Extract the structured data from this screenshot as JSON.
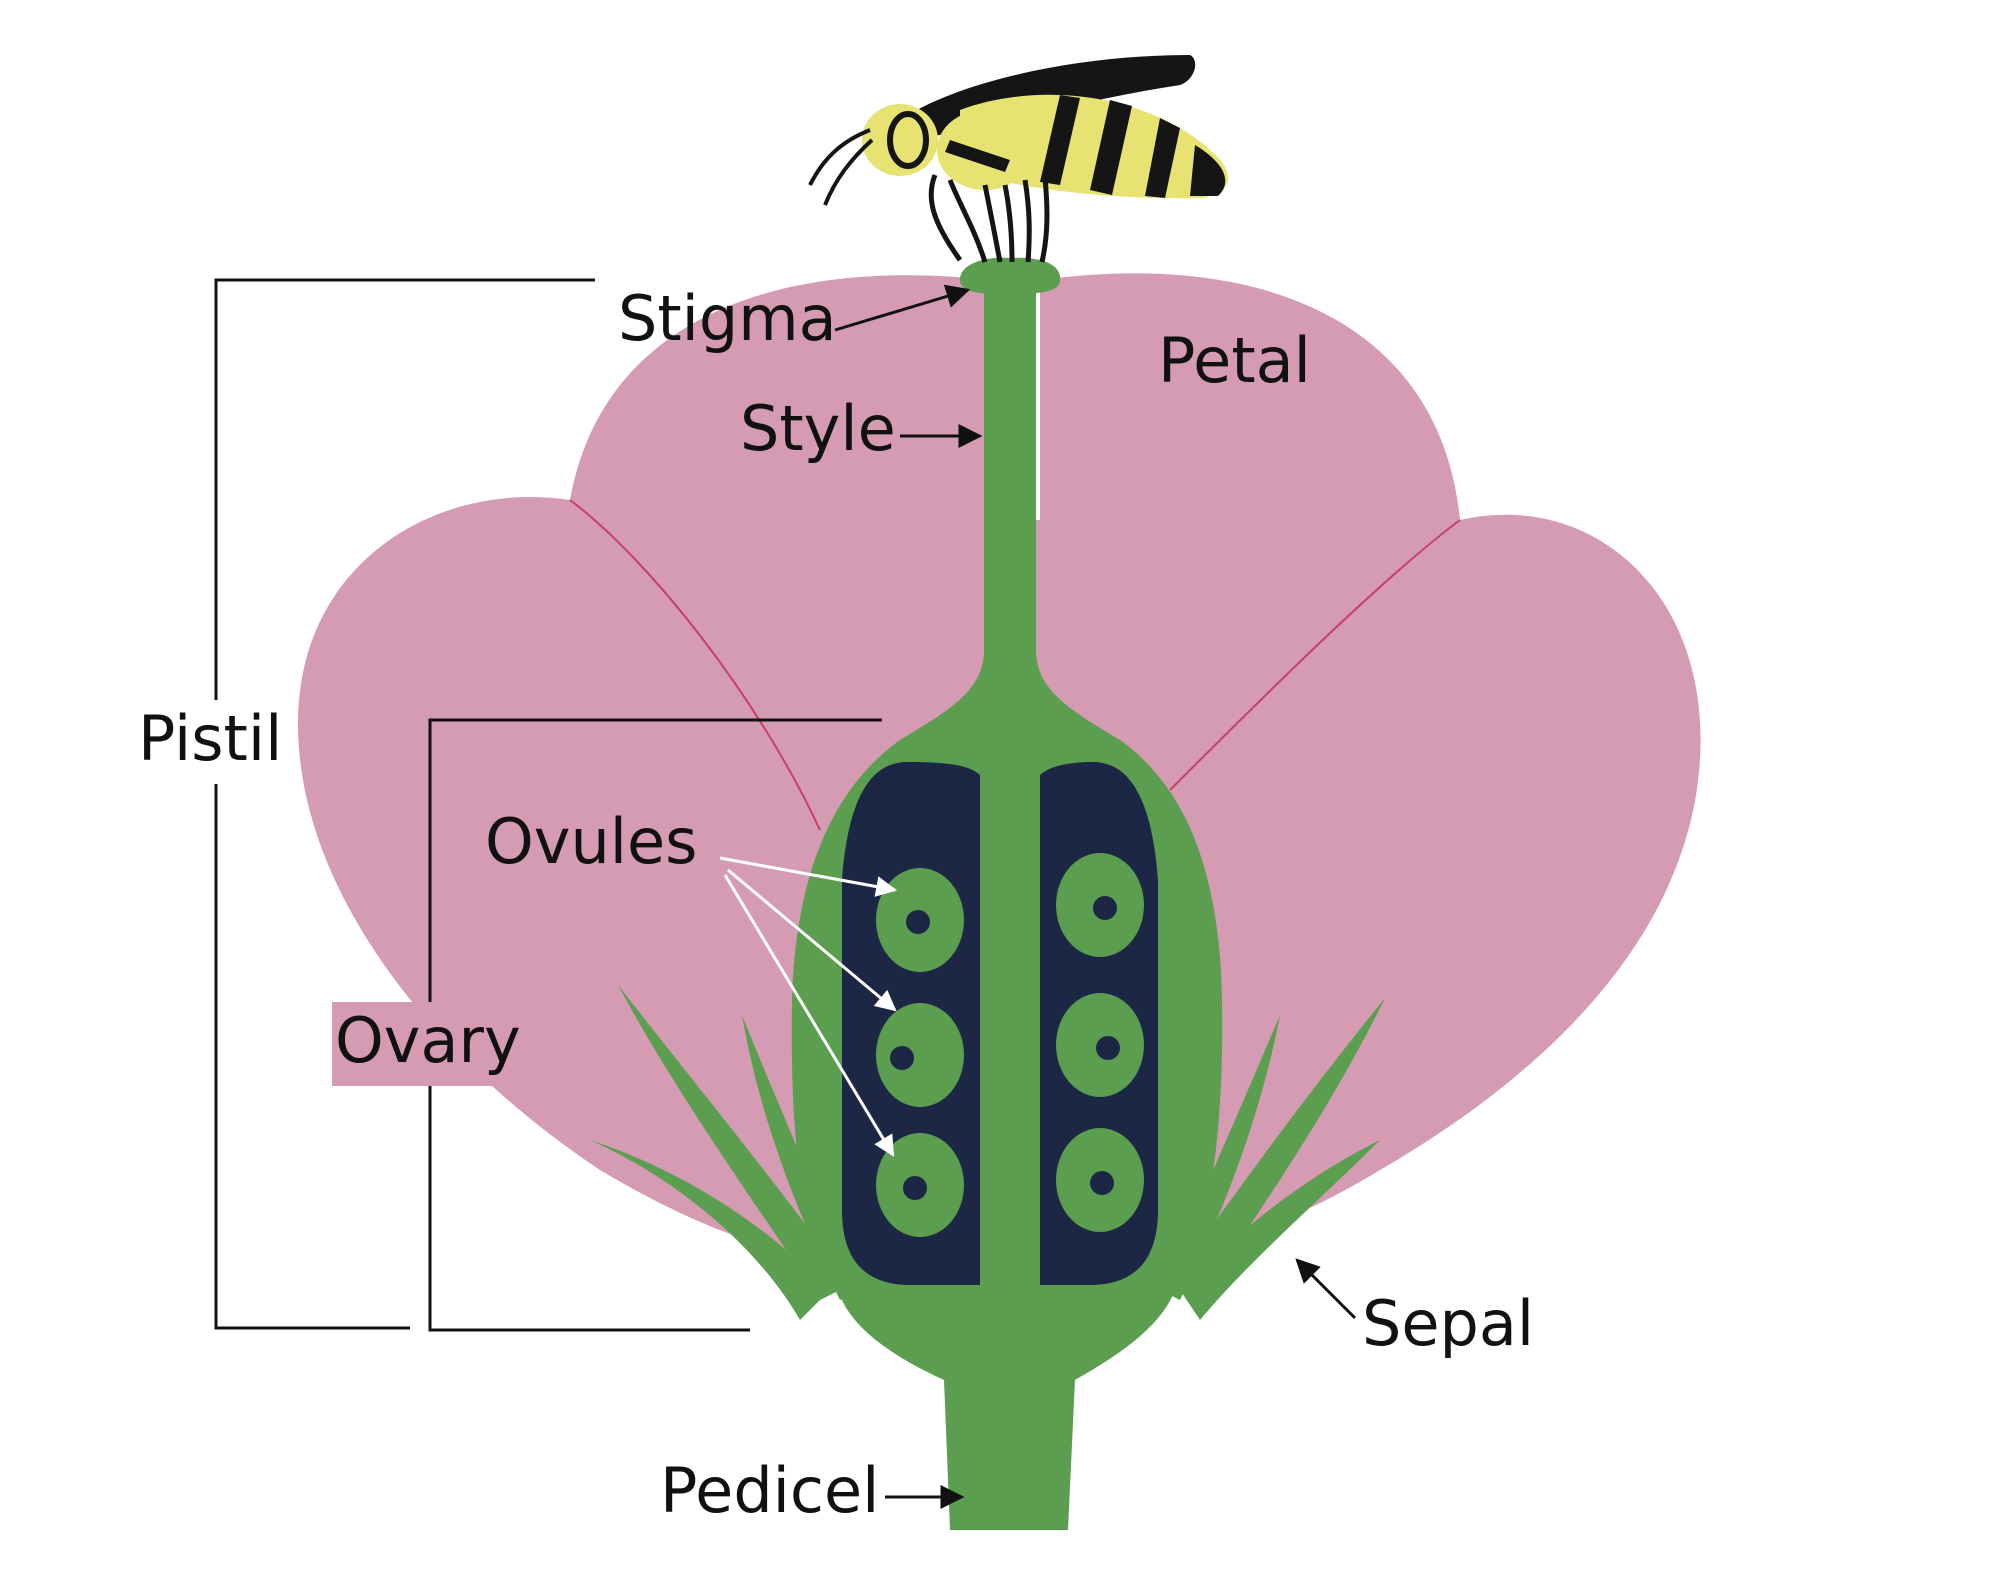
{
  "labels": {
    "stigma": "Stigma",
    "style": "Style",
    "petal": "Petal",
    "pistil": "Pistil",
    "ovules": "Ovules",
    "ovary": "Ovary",
    "sepal": "Sepal",
    "pedicel": "Pedicel"
  },
  "colors": {
    "petal": "#d49bb3",
    "petal_vein": "#c6406b",
    "stem_green": "#5b9e4f",
    "ovule_dark": "#1b2744",
    "bee_yellow": "#e6e372",
    "bee_black": "#151515",
    "label_text": "#111111"
  },
  "icons": {
    "insect": "bee-icon"
  }
}
